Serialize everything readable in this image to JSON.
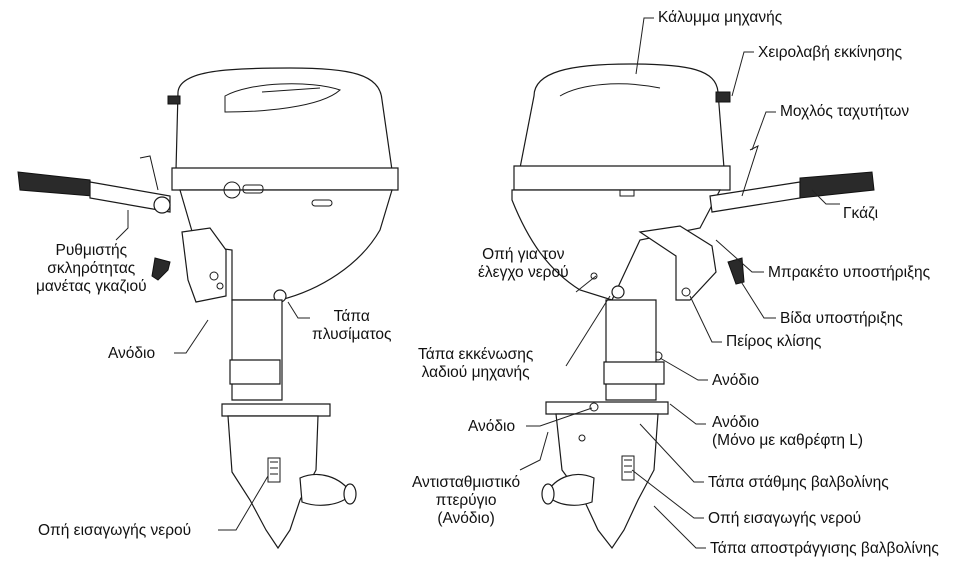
{
  "left_view": {
    "throttle_adjuster": [
      "Ρυθμιστής",
      "σκληρότητας",
      "μανέτας γκαζιού"
    ],
    "anode": "Ανόδιο",
    "flush_plug": [
      "Τάπα",
      "πλυσίματος"
    ],
    "water_intake": "Οπή εισαγωγής νερού"
  },
  "right_view": {
    "engine_cover": "Κάλυμμα μηχανής",
    "starter_grip": "Χειρολαβή εκκίνησης",
    "gear_lever": "Μοχλός ταχυτήτων",
    "throttle": "Γκάζι",
    "water_check_hole": [
      "Οπή για τον",
      "έλεγχο νερού"
    ],
    "support_bracket": "Μπρακέτο υποστήριξης",
    "support_screw": "Βίδα υποστήριξης",
    "tilt_pin": "Πείρος κλίσης",
    "oil_drain_plug": [
      "Τάπα εκκένωσης",
      "λαδιού μηχανής"
    ],
    "anode_right": "Ανόδιο",
    "anode_left": "Ανόδιο",
    "anode_lower": [
      "Ανόδιο",
      "(Μόνο με καθρέφτη L)"
    ],
    "trim_tab": [
      "Αντισταθμιστικό",
      "πτερύγιο",
      "(Ανόδιο)"
    ],
    "gear_oil_level_plug": "Τάπα στάθμης βαλβολίνης",
    "water_intake": "Οπή εισαγωγής νερού",
    "gear_oil_drain_plug": "Τάπα αποστράγγισης βαλβολίνης"
  }
}
